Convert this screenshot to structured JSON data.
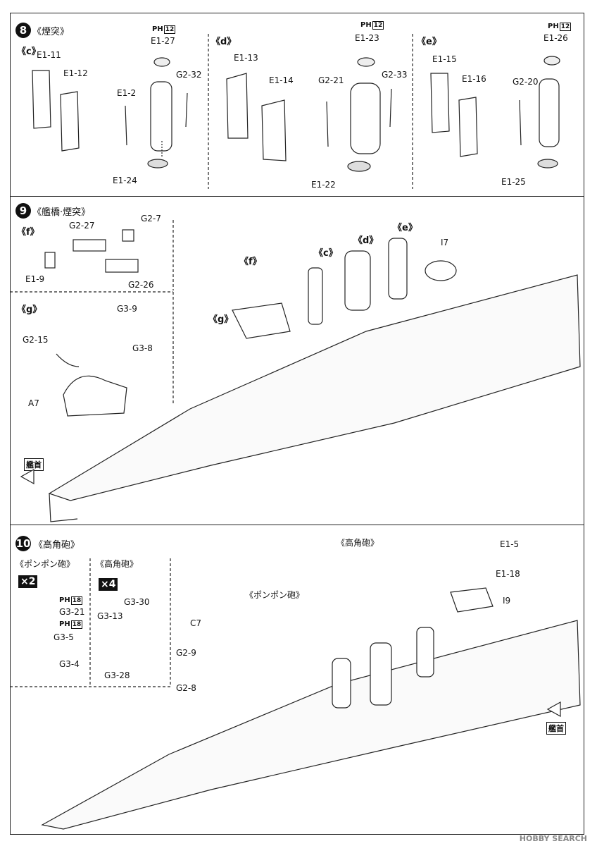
{
  "step8": {
    "num": "8",
    "title": "《煙突》",
    "variants": [
      {
        "tag": "《c》",
        "parts": [
          "E1-11",
          "E1-12",
          "E1-2",
          "E1-27",
          "G2-32",
          "E1-24"
        ],
        "ph": "12"
      },
      {
        "tag": "《d》",
        "parts": [
          "E1-13",
          "E1-14",
          "G2-21",
          "E1-23",
          "G2-33",
          "E1-22"
        ],
        "ph": "12"
      },
      {
        "tag": "《e》",
        "parts": [
          "E1-15",
          "E1-16",
          "G2-20",
          "E1-26",
          "E1-25"
        ],
        "ph": "12"
      }
    ]
  },
  "step9": {
    "num": "9",
    "title": "《艦橋·煙突》",
    "f_tag": "《f》",
    "f_parts": [
      "G2-27",
      "G2-7",
      "E1-9",
      "G2-26"
    ],
    "g_tag": "《g》",
    "g_parts": [
      "G3-9",
      "G2-15",
      "G3-8",
      "A7"
    ],
    "ship_tags": [
      "《f》",
      "《g》",
      "《c》",
      "《d》",
      "《e》",
      "I7"
    ],
    "bow": "艦首"
  },
  "step10": {
    "num": "10",
    "title": "《高角砲》",
    "pom_title": "《ポンポン砲》",
    "pom_mult": "×2",
    "pom_parts": [
      "G3-21",
      "G3-5",
      "G3-4"
    ],
    "pom_ph": [
      "18",
      "18"
    ],
    "ha_title": "《高角砲》",
    "ha_mult": "×4",
    "ha_parts": [
      "G3-30",
      "G3-13",
      "G3-28"
    ],
    "ship_parts": [
      "C7",
      "G2-9",
      "G2-8",
      "E1-5",
      "E1-18",
      "I9"
    ],
    "ship_tags": [
      "《ポンポン砲》",
      "《高角砲》"
    ],
    "bow": "艦首"
  },
  "ph_prefix": "PH",
  "watermark": "HOBBY SEARCH"
}
